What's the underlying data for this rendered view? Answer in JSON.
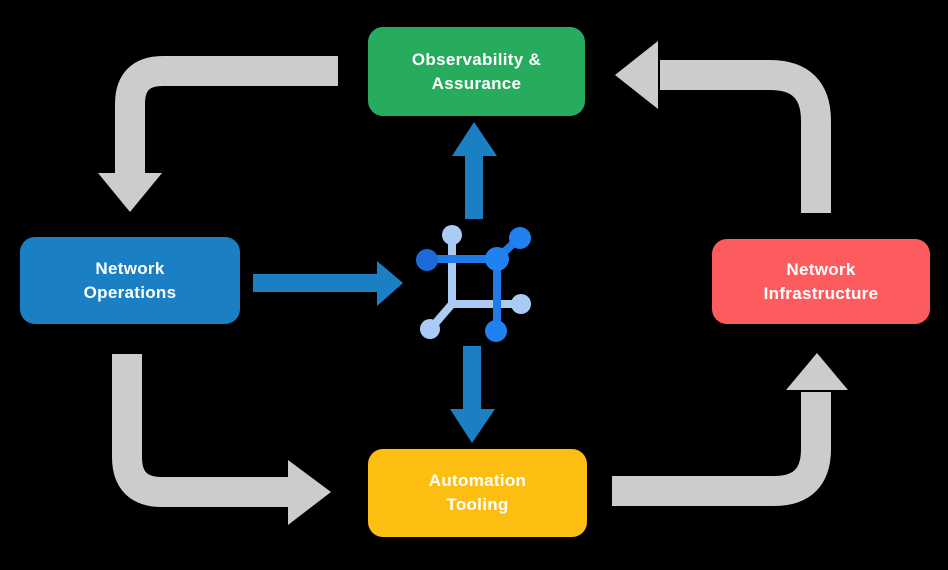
{
  "diagram": {
    "title": "network automation lifecycle diagram",
    "boxes": {
      "observability": {
        "line1": "Observability &",
        "line2": "Assurance"
      },
      "operations": {
        "line1": "Network",
        "line2": "Operations"
      },
      "infrastructure": {
        "line1": "Network",
        "line2": "Infrastructure"
      },
      "automation": {
        "line1": "Automation",
        "line2": "Tooling"
      }
    },
    "center_icon": "network-automation-nodes-icon",
    "connections": [
      {
        "from": "observability-assurance",
        "to": "network-operations",
        "style": "gray-corner-arrow",
        "corner": "top-left"
      },
      {
        "from": "network-operations",
        "to": "automation-tooling",
        "style": "gray-corner-arrow",
        "corner": "bottom-left"
      },
      {
        "from": "automation-tooling",
        "to": "network-infrastructure",
        "style": "gray-corner-arrow",
        "corner": "bottom-right"
      },
      {
        "from": "network-infrastructure",
        "to": "observability-assurance",
        "style": "gray-corner-arrow",
        "corner": "top-right"
      },
      {
        "from": "network-operations",
        "to": "center-icon",
        "style": "blue-straight-arrow",
        "direction": "right"
      },
      {
        "from": "center-icon",
        "to": "observability-assurance",
        "style": "blue-straight-arrow",
        "direction": "up"
      },
      {
        "from": "center-icon",
        "to": "automation-tooling",
        "style": "blue-straight-arrow",
        "direction": "down"
      }
    ]
  },
  "colors": {
    "background": "#000000",
    "observability_box": "#27AB5C",
    "operations_box": "#1B80C3",
    "infrastructure_box": "#FD5C5F",
    "automation_box": "#FDBE12",
    "gray_arrow": "#CCCCCC",
    "blue_arrow": "#1B80C3",
    "icon_dark_blue": "#1E7BE8",
    "icon_dark_circle_left": "#1B6CD9",
    "icon_bright_circle": "#2081F0",
    "icon_light_blue": "#A9CBF5",
    "text": "#FFFFFF"
  }
}
